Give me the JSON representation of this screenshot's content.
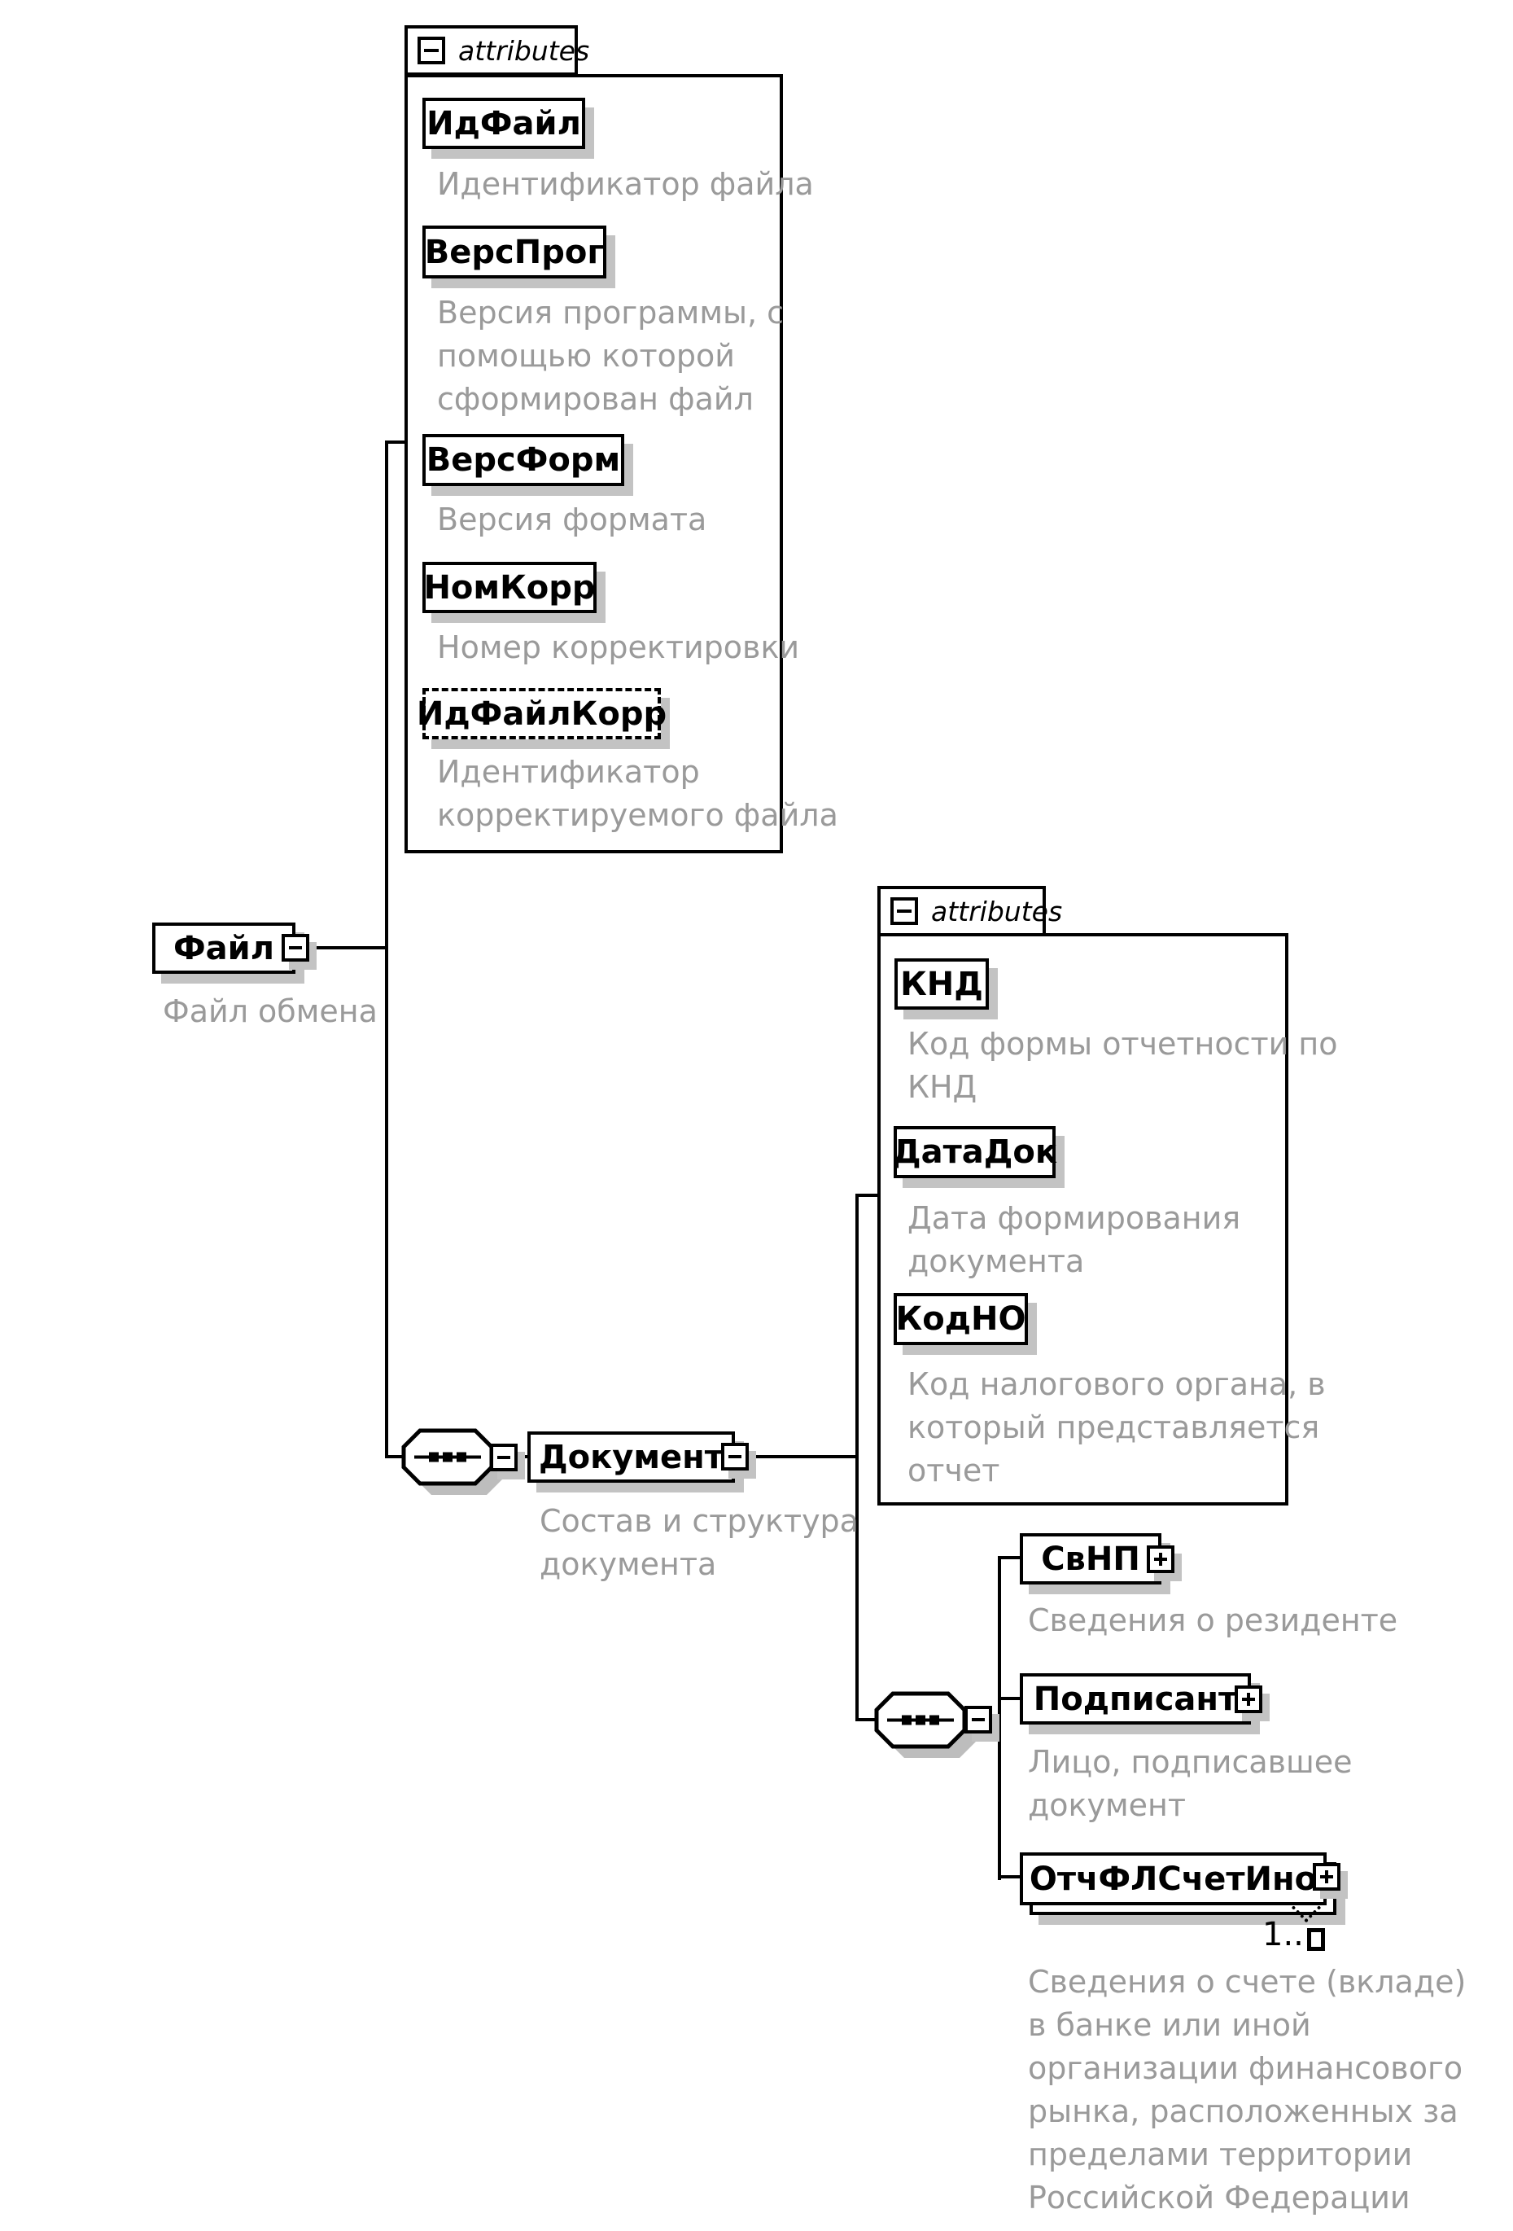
{
  "diagram": {
    "attributes_label": "attributes",
    "root": {
      "label": "Файл",
      "annotation": "Файл обмена"
    },
    "root_attributes": [
      {
        "label": "ИдФайл",
        "annotation": "Идентификатор файла"
      },
      {
        "label": "ВерсПрог",
        "annotation": "Версия программы, с\nпомощью которой\nсформирован файл"
      },
      {
        "label": "ВерсФорм",
        "annotation": "Версия формата"
      },
      {
        "label": "НомКорр",
        "annotation": "Номер корректировки"
      },
      {
        "label": "ИдФайлКорр",
        "annotation": "Идентификатор\nкорректируемого файла"
      }
    ],
    "document": {
      "label": "Документ",
      "annotation": "Состав и структура\nдокумента"
    },
    "document_attributes": [
      {
        "label": "КНД",
        "annotation": "Код формы отчетности по\nКНД"
      },
      {
        "label": "ДатаДок",
        "annotation": "Дата формирования\nдокумента"
      },
      {
        "label": "КодНО",
        "annotation": "Код налогового органа, в\nкоторый представляется\nотчет"
      }
    ],
    "document_children": [
      {
        "label": "СвНП",
        "annotation": "Сведения о резиденте"
      },
      {
        "label": "Подписант",
        "annotation": "Лицо, подписавшее\nдокумент"
      },
      {
        "label": "ОтчФЛСчетИно",
        "annotation": "Сведения о счете (вкладе)\nв банке или иной\nорганизации финансового\nрынка, расположенных за\nпределами территории\nРоссийской Федерации",
        "occurrence": "1.."
      }
    ],
    "colors": {
      "line": "#000000",
      "shadow": "#c3c3c3",
      "annotation_text": "#9a9a9a"
    }
  }
}
